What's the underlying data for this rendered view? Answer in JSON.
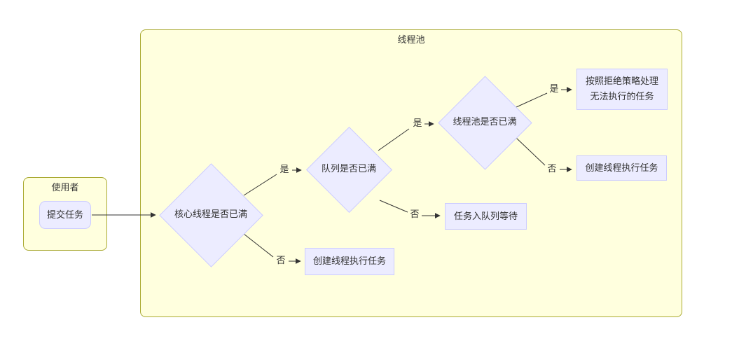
{
  "diagram": {
    "clusters": {
      "user": {
        "title": "使用者"
      },
      "pool": {
        "title": "线程池"
      }
    },
    "nodes": {
      "submit_task": {
        "label": "提交任务",
        "shape": "rounded"
      },
      "core_threads_full": {
        "label": "核心线程是否已满",
        "shape": "diamond"
      },
      "queue_full": {
        "label": "队列是否已满",
        "shape": "diamond"
      },
      "pool_full": {
        "label": "线程池是否已满",
        "shape": "diamond"
      },
      "reject_policy": {
        "line1": "按照拒绝策略处理",
        "line2": "无法执行的任务",
        "shape": "rect"
      },
      "create_thread_right": {
        "label": "创建线程执行任务",
        "shape": "rect"
      },
      "enqueue_wait": {
        "label": "任务入队列等待",
        "shape": "rect"
      },
      "create_thread_bottom": {
        "label": "创建线程执行任务",
        "shape": "rect"
      }
    },
    "edge_labels": {
      "core_yes": "是",
      "core_no": "否",
      "queue_yes": "是",
      "queue_no": "否",
      "pool_yes": "是",
      "pool_no": "否"
    },
    "colors": {
      "cluster_fill": "#ffffde",
      "cluster_border": "#aaaa33",
      "node_fill": "#ececff",
      "node_border": "#ccccff",
      "edge": "#333333",
      "text": "#333333"
    }
  }
}
